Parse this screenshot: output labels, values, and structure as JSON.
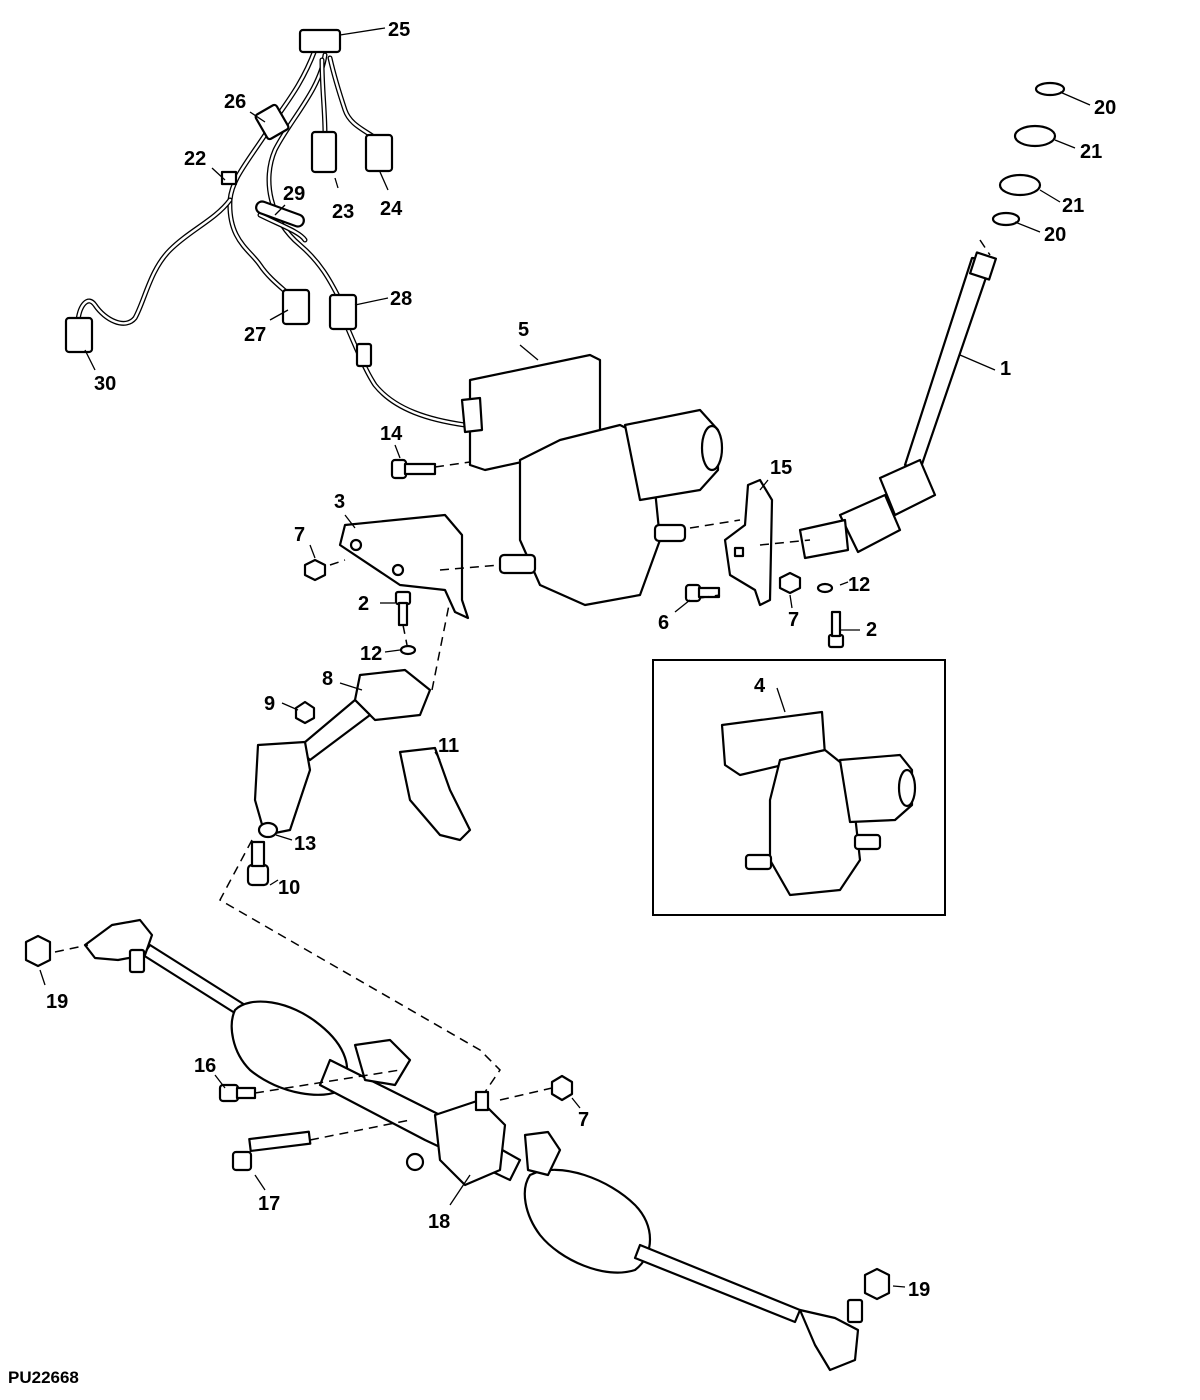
{
  "figure_code": "PU22668",
  "callouts": [
    {
      "id": "c1",
      "text": "1"
    },
    {
      "id": "c2a",
      "text": "2"
    },
    {
      "id": "c2b",
      "text": "2"
    },
    {
      "id": "c3",
      "text": "3"
    },
    {
      "id": "c4",
      "text": "4"
    },
    {
      "id": "c5",
      "text": "5"
    },
    {
      "id": "c6",
      "text": "6"
    },
    {
      "id": "c7a",
      "text": "7"
    },
    {
      "id": "c7b",
      "text": "7"
    },
    {
      "id": "c7c",
      "text": "7"
    },
    {
      "id": "c8",
      "text": "8"
    },
    {
      "id": "c9",
      "text": "9"
    },
    {
      "id": "c10",
      "text": "10"
    },
    {
      "id": "c11",
      "text": "11"
    },
    {
      "id": "c12a",
      "text": "12"
    },
    {
      "id": "c12b",
      "text": "12"
    },
    {
      "id": "c13",
      "text": "13"
    },
    {
      "id": "c14",
      "text": "14"
    },
    {
      "id": "c15",
      "text": "15"
    },
    {
      "id": "c16",
      "text": "16"
    },
    {
      "id": "c17",
      "text": "17"
    },
    {
      "id": "c18",
      "text": "18"
    },
    {
      "id": "c19a",
      "text": "19"
    },
    {
      "id": "c19b",
      "text": "19"
    },
    {
      "id": "c20a",
      "text": "20"
    },
    {
      "id": "c20b",
      "text": "20"
    },
    {
      "id": "c21a",
      "text": "21"
    },
    {
      "id": "c21b",
      "text": "21"
    },
    {
      "id": "c22",
      "text": "22"
    },
    {
      "id": "c23",
      "text": "23"
    },
    {
      "id": "c24",
      "text": "24"
    },
    {
      "id": "c25",
      "text": "25"
    },
    {
      "id": "c26",
      "text": "26"
    },
    {
      "id": "c27",
      "text": "27"
    },
    {
      "id": "c28",
      "text": "28"
    },
    {
      "id": "c29",
      "text": "29"
    },
    {
      "id": "c30",
      "text": "30"
    }
  ]
}
